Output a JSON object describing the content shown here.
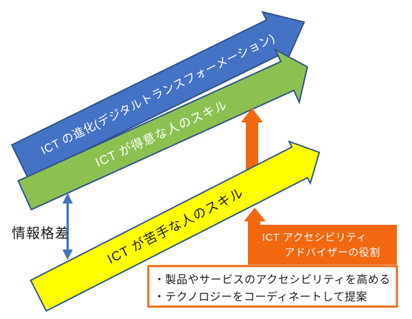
{
  "diagram": {
    "title_hint": "ICT skills gap and accessibility advisor diagram",
    "background": "#FFFFFF",
    "arrows": {
      "evolution": {
        "label": "ICT の進化(デジタルトランスフォーメーション)",
        "fill": "#4472C4",
        "stroke": "#2F528F",
        "text_color": "#FFFFFF"
      },
      "skilled": {
        "label": "ICT が得意な人のスキル",
        "fill": "#8CC152",
        "stroke": "#2F528F",
        "text_color": "#FFFFFF"
      },
      "unskilled": {
        "label": "ICT が苦手な人のスキル",
        "fill": "#FFFF00",
        "stroke": "#2F528F",
        "text_color": "#1A1A1A"
      }
    },
    "support_arrows": {
      "color": "#F26810"
    },
    "gap": {
      "label": "情報格差",
      "arrow_color": "#4472C4",
      "text_color": "#1A1A1A"
    },
    "advisor": {
      "line1": "ICT アクセシビリティ",
      "line2": "アドバイザーの役割",
      "fill": "#F26810",
      "text_color": "#FFFFFF"
    },
    "details": {
      "line1": "・製品やサービスのアクセシビリティを高める",
      "line2": "・テクノロジーをコーディネートして提案",
      "border_color": "#F26810",
      "fill": "#FFFFFF",
      "text_color": "#1A1A1A"
    }
  }
}
